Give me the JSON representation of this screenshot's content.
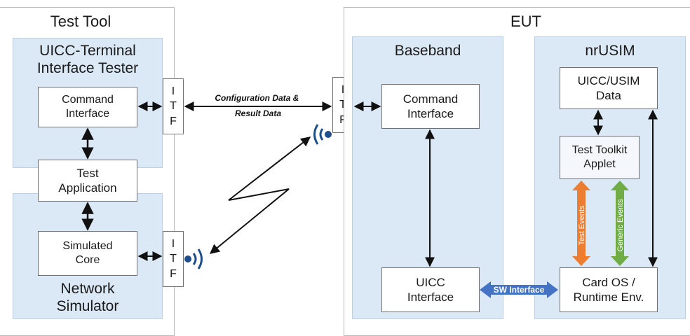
{
  "test_tool": {
    "title": "Test Tool",
    "tester": {
      "title": "UICC-Terminal\nInterface Tester",
      "command_interface": "Command\nInterface"
    },
    "test_application": "Test\nApplication",
    "network_simulator": {
      "title": "Network\nSimulator",
      "simulated_core": "Simulated\nCore"
    }
  },
  "itf": {
    "letters": [
      "I",
      "T",
      "F"
    ]
  },
  "links": {
    "config_label": "Configuration Data &\nResult Data",
    "sw_interface": "SW Interface"
  },
  "eut": {
    "title": "EUT",
    "baseband": {
      "title": "Baseband",
      "command_interface": "Command\nInterface",
      "uicc_interface": "UICC\nInterface"
    },
    "nrusim": {
      "title": "nrUSIM",
      "uicc_usim_data": "UICC/USIM\nData",
      "test_toolkit_applet": "Test Toolkit\nApplet",
      "card_os": "Card OS /\nRuntime Env.",
      "test_events": "Test Events",
      "generic_events": "Generic Events"
    }
  },
  "colors": {
    "panel_fill": "#dbe8f5",
    "test_events": "#ed7d31",
    "generic_events": "#70ad47",
    "sw_interface": "#4472c4",
    "wireless": "#1f4e8c"
  }
}
